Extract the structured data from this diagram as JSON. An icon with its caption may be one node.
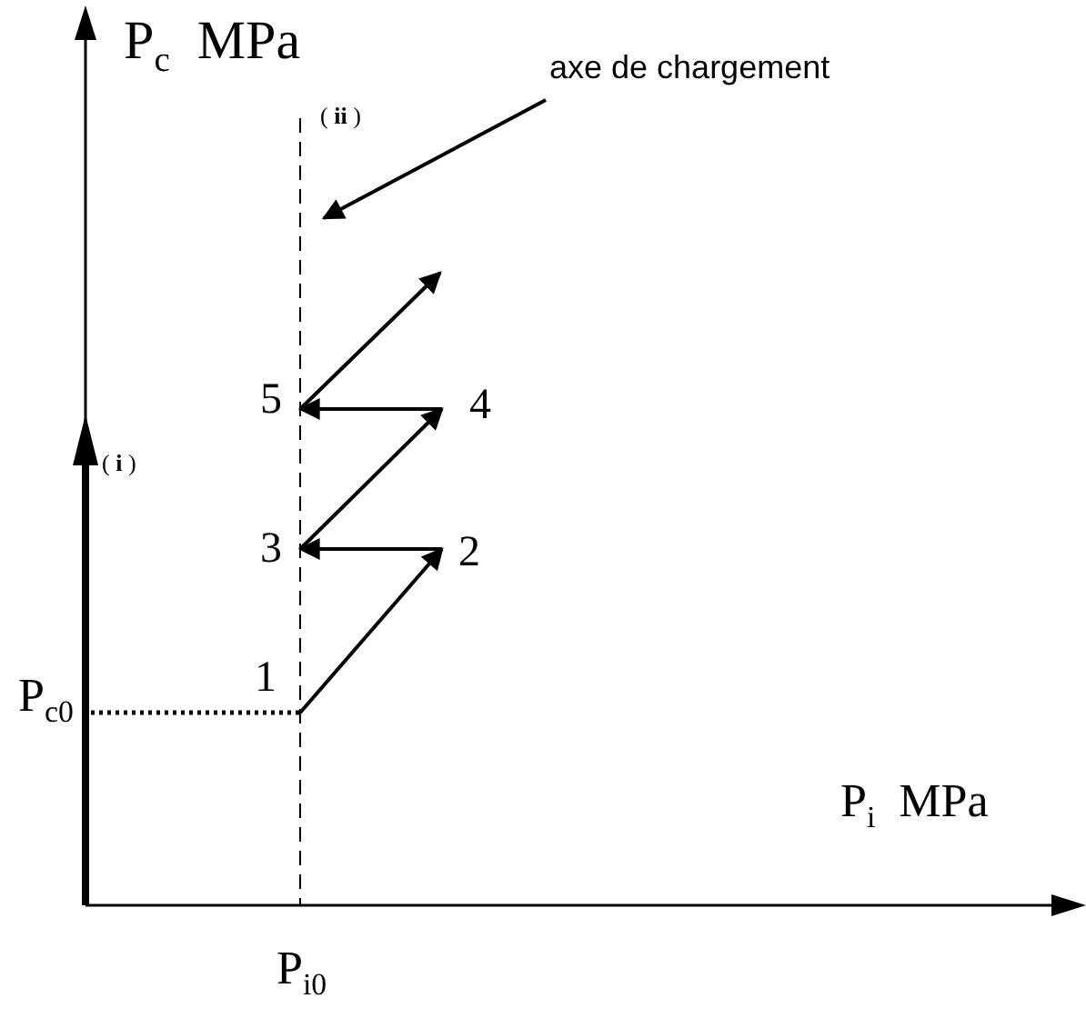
{
  "diagram": {
    "nodes": [
      {
        "text": [
          "1"
        ]
      },
      {
        "text": [
          "2"
        ]
      },
      {
        "text": [
          "3"
        ]
      },
      {
        "text": [
          "4"
        ]
      },
      {
        "text": [
          "5"
        ]
      },
      {
        "text": [
          "axe de chargement"
        ]
      }
    ],
    "edges": [
      {
        "from": 0,
        "to": 1,
        "arrow": "to"
      },
      {
        "from": 1,
        "to": 2,
        "arrow": "to"
      },
      {
        "from": 2,
        "to": 3,
        "arrow": "to"
      },
      {
        "from": 3,
        "to": 4,
        "arrow": "to"
      },
      {
        "from": 4,
        "to": null,
        "arrow": "to"
      },
      {
        "from": 5,
        "to": null,
        "arrow": "to"
      }
    ],
    "labels": [
      "P$_{c}$  MPa",
      "( **ii** )",
      "( **i** )",
      "P$_{c0}$",
      "P$_{i}$  MPa",
      "P$_{i0}$"
    ]
  }
}
